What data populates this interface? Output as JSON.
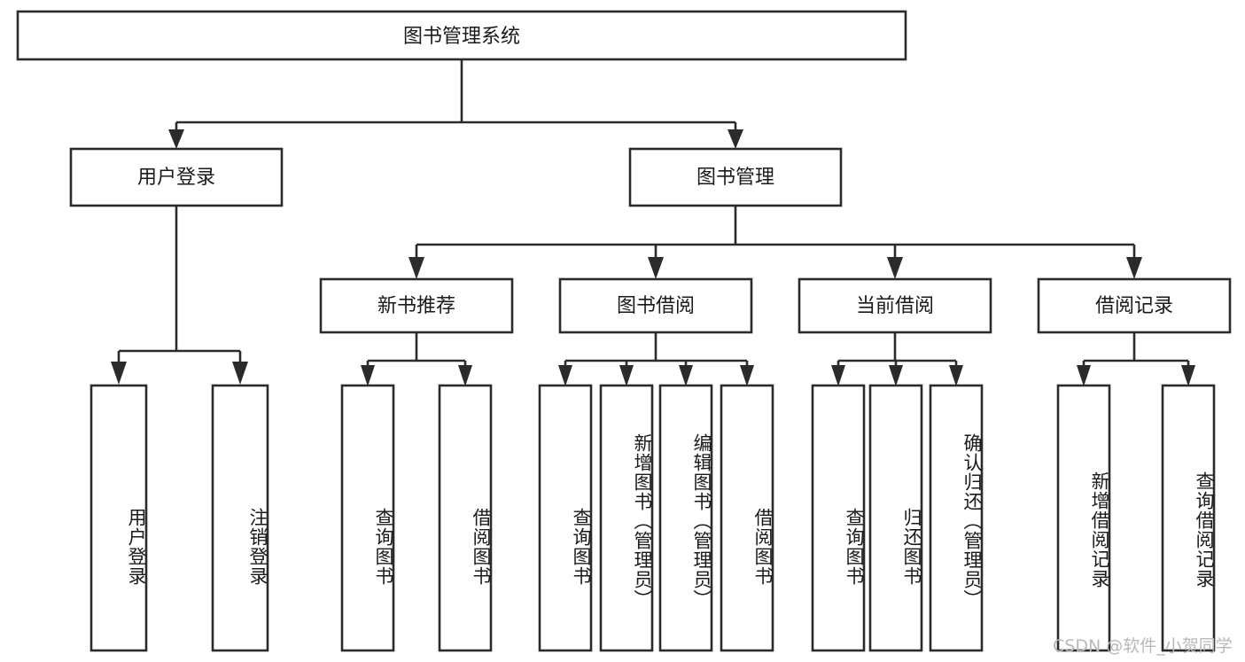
{
  "diagram": {
    "type": "tree-hierarchy",
    "title": "图书管理系统",
    "root": {
      "label": "图书管理系统"
    },
    "level2": [
      {
        "id": "user-login",
        "label": "用户登录"
      },
      {
        "id": "book-management",
        "label": "图书管理"
      }
    ],
    "level3": [
      {
        "id": "new-book-recommend",
        "label": "新书推荐",
        "parent": "book-management"
      },
      {
        "id": "book-borrow",
        "label": "图书借阅",
        "parent": "book-management"
      },
      {
        "id": "current-borrow",
        "label": "当前借阅",
        "parent": "book-management"
      },
      {
        "id": "borrow-record",
        "label": "借阅记录",
        "parent": "book-management"
      }
    ],
    "leaves": [
      {
        "id": "leaf-user-login",
        "label": "用户登录",
        "parent": "user-login"
      },
      {
        "id": "leaf-logout-login",
        "label": "注销登录",
        "parent": "user-login"
      },
      {
        "id": "leaf-query-book-1",
        "label": "查询图书",
        "parent": "new-book-recommend"
      },
      {
        "id": "leaf-borrow-book-1",
        "label": "借阅图书",
        "parent": "new-book-recommend"
      },
      {
        "id": "leaf-query-book-2",
        "label": "查询图书",
        "parent": "book-borrow"
      },
      {
        "id": "leaf-add-book",
        "label": "新增图书（管理员）",
        "parent": "book-borrow"
      },
      {
        "id": "leaf-edit-book",
        "label": "编辑图书（管理员）",
        "parent": "book-borrow"
      },
      {
        "id": "leaf-borrow-book-2",
        "label": "借阅图书",
        "parent": "book-borrow"
      },
      {
        "id": "leaf-query-book-3",
        "label": "查询图书",
        "parent": "current-borrow"
      },
      {
        "id": "leaf-return-book",
        "label": "归还图书",
        "parent": "current-borrow"
      },
      {
        "id": "leaf-confirm-return",
        "label": "确认归还（管理员）",
        "parent": "current-borrow"
      },
      {
        "id": "leaf-add-record",
        "label": "新增借阅记录",
        "parent": "borrow-record"
      },
      {
        "id": "leaf-query-record",
        "label": "查询借阅记录",
        "parent": "borrow-record"
      }
    ],
    "colors": {
      "box_stroke": "#2b2b2b",
      "box_fill": "#ffffff",
      "text": "#1a1a1a",
      "background": "#ffffff",
      "watermark": "#b9b9b9"
    }
  },
  "watermark": {
    "text": "CSDN @软件_小贺同学"
  }
}
